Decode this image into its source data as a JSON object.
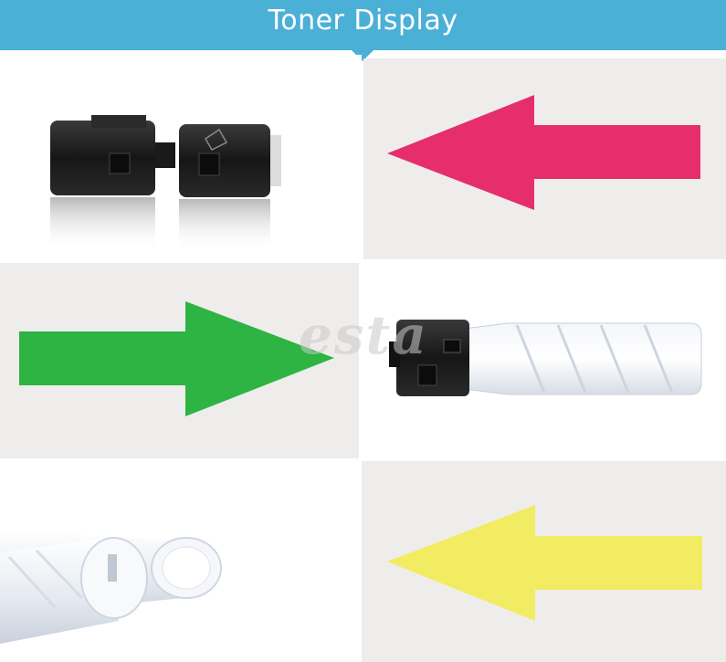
{
  "header": {
    "title": "Toner Display"
  },
  "watermark": {
    "text": "esta"
  },
  "colors": {
    "header_bg": "#4bb0d6",
    "panel_bg": "#efedec",
    "magenta": "#e52e6b",
    "green": "#2db443",
    "yellow": "#f2ec63",
    "cartridge_black": "#1c1c1c",
    "cartridge_white": "#eef1f6"
  },
  "panels": [
    {
      "position": "top-left",
      "content": "black-toner-cartridges-image"
    },
    {
      "position": "top-right",
      "content": "magenta-arrow-left-icon"
    },
    {
      "position": "middle-left",
      "content": "green-arrow-right-icon"
    },
    {
      "position": "middle-right",
      "content": "toner-bottle-image"
    },
    {
      "position": "bottom-left",
      "content": "white-toner-tubes-image"
    },
    {
      "position": "bottom-right",
      "content": "yellow-arrow-left-icon"
    }
  ]
}
